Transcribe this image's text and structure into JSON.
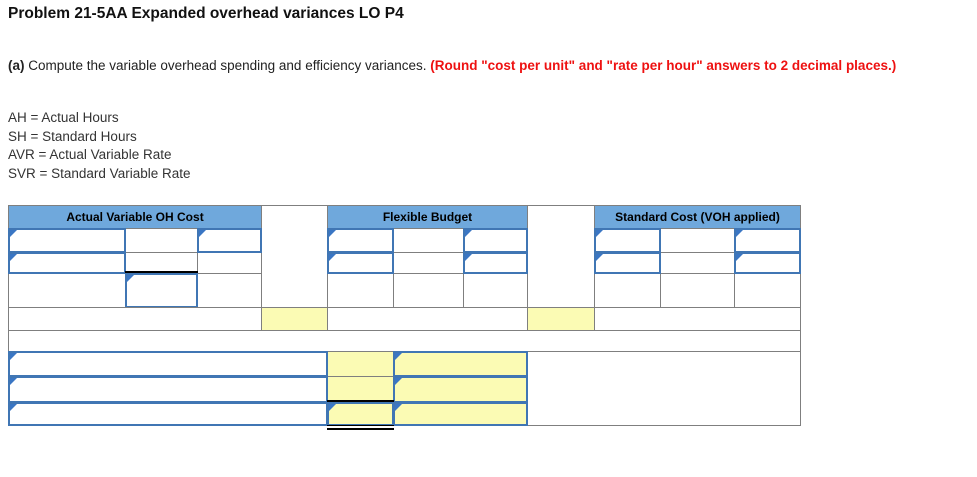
{
  "title": "Problem 21-5AA Expanded overhead variances LO P4",
  "instruction": {
    "label": "(a)",
    "text": " Compute the variable overhead spending and efficiency variances. ",
    "warning": "(Round \"cost per unit\" and \"rate per hour\" answers to 2 decimal places.)"
  },
  "legend": {
    "items": [
      "AH = Actual Hours",
      "SH = Standard Hours",
      "AVR = Actual Variable Rate",
      "SVR = Standard Variable Rate"
    ]
  },
  "table": {
    "headers": [
      {
        "label": "Actual Variable OH Cost"
      },
      {
        "label": "Flexible Budget"
      },
      {
        "label": "Standard Cost (VOH applied)"
      }
    ],
    "input_values": {
      "all_cells_empty": ""
    }
  },
  "colors": {
    "header_fill": "#6fa8dc",
    "input_border": "#4076b4",
    "highlight_yellow": "#fbfbb4",
    "grid_gray": "#7f7f7f",
    "warning_red": "#ee1111"
  }
}
